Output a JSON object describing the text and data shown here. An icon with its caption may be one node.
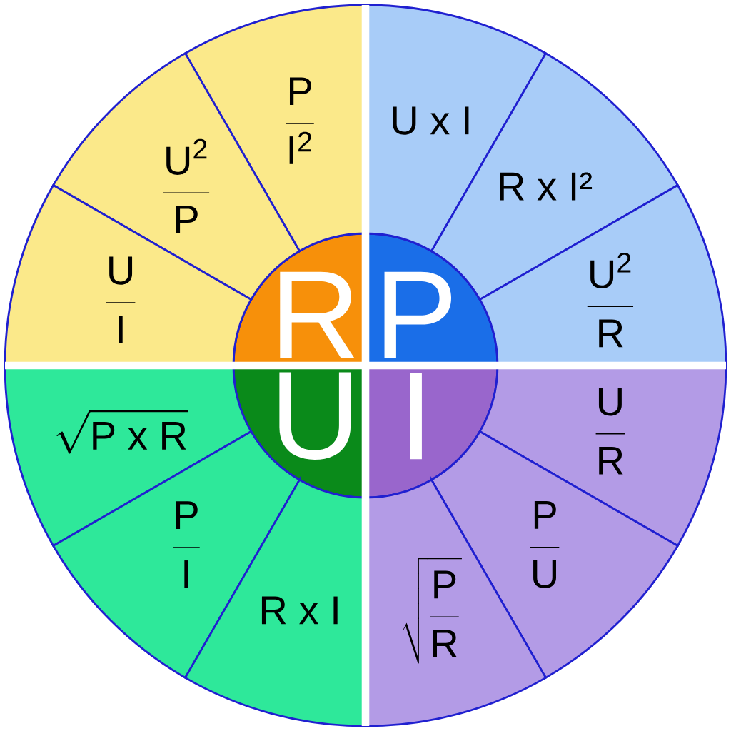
{
  "diagram": {
    "nodes": [
      {
        "text": [
          "R"
        ]
      },
      {
        "text": [
          "P"
        ]
      },
      {
        "text": [
          "U"
        ]
      },
      {
        "text": [
          "I"
        ]
      },
      {
        "text": [
          "\\frac{\\mathsf{P}}{\\mathsf{I^2}}"
        ]
      },
      {
        "text": [
          "\\frac{\\mathsf{U^2}}{\\mathsf{P}}"
        ]
      },
      {
        "text": [
          "\\frac{\\mathsf{U}}{\\mathsf{I}}"
        ]
      },
      {
        "text": [
          "U x I"
        ]
      },
      {
        "text": [
          "R x I²"
        ]
      },
      {
        "text": [
          "\\frac{\\mathsf{U^2}}{\\mathsf{R}}"
        ]
      },
      {
        "text": [
          "\\sqrt{\\mathsf{P\\ x\\ R}}"
        ]
      },
      {
        "text": [
          "\\frac{\\mathsf{P}}{\\mathsf{I}}"
        ]
      },
      {
        "text": [
          "R x I"
        ]
      },
      {
        "text": [
          "\\frac{\\mathsf{U}}{\\mathsf{R}}"
        ]
      },
      {
        "text": [
          "\\frac{\\mathsf{P}}{\\mathsf{U}}"
        ]
      },
      {
        "text": [
          "\\sqrt{\\frac{\\mathsf{P}}{\\mathsf{R}}}"
        ]
      }
    ]
  }
}
